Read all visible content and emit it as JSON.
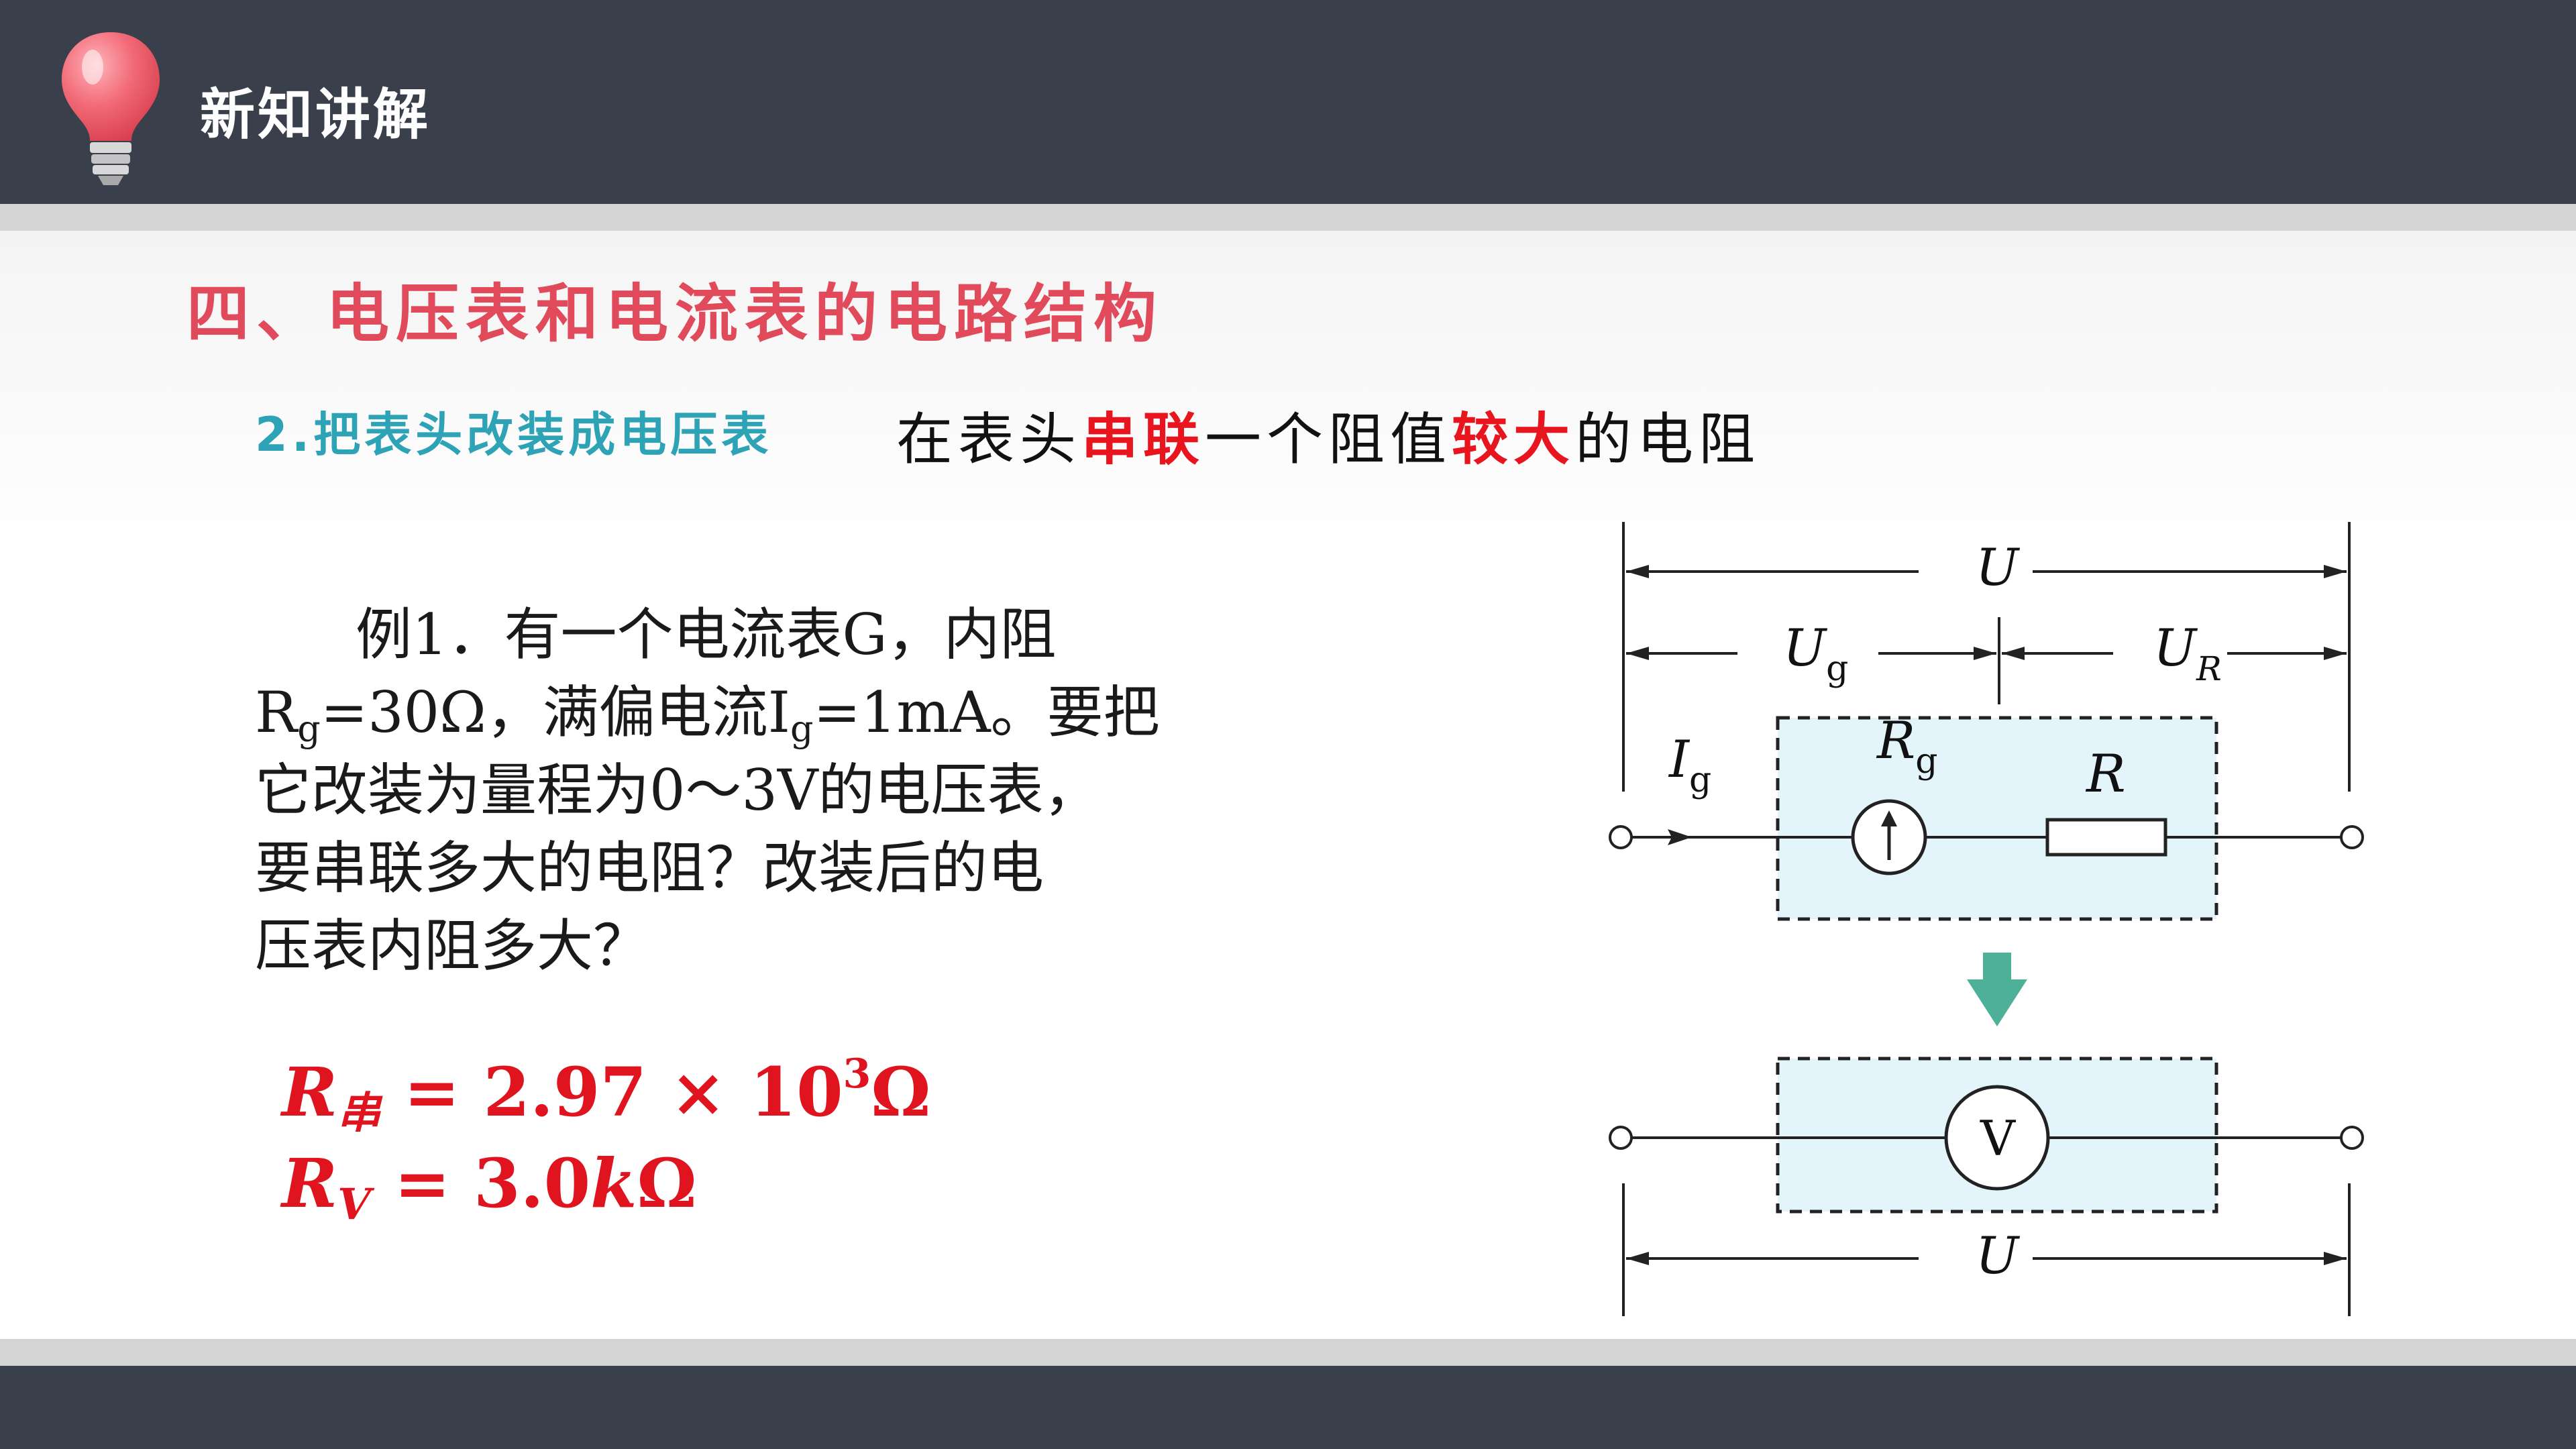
{
  "header": {
    "title": "新知讲解",
    "icon": "lightbulb-icon"
  },
  "section": {
    "title": "四、电压表和电流表的电路结构"
  },
  "subsection": {
    "heading": "2.把表头改装成电压表"
  },
  "statement": {
    "part1": "在表头",
    "highlight1": "串联",
    "part2": "一个阻值",
    "highlight2": "较大",
    "part3": "的电阻"
  },
  "example": {
    "line1": "例1．有一个电流表G，内阻",
    "line2_a": "R",
    "line2_sub": "g",
    "line2_b": "=30Ω，满偏电流I",
    "line2_sub2": "g",
    "line2_c": "=1mA。要把",
    "line3": "它改装为量程为0～3V的电压表，",
    "line4": "要串联多大的电阻？改装后的电",
    "line5": "压表内阻多大？"
  },
  "answers": {
    "a1_R": "R",
    "a1_sub": "串",
    "a1_eq": " = 2.97 × 10",
    "a1_sup": "3",
    "a1_unit": "Ω",
    "a2_R": "R",
    "a2_sub": "V",
    "a2_eq": " = 3.0",
    "a2_k": "k",
    "a2_unit": "Ω"
  },
  "circuit": {
    "U_top": "U",
    "Ug": "U",
    "Ug_sub": "g",
    "UR": "U",
    "UR_sub": "R",
    "Ig": "I",
    "Ig_sub": "g",
    "Rg": "R",
    "Rg_sub": "g",
    "R": "R",
    "voltmeter": "V",
    "U_bottom": "U"
  },
  "colors": {
    "header_bg": "#3a404b",
    "section_title": "#e04a5a",
    "subheading": "#2ea3b6",
    "highlight": "#e8141e",
    "box_fill": "#e3f5fb",
    "arrow": "#4fb09a"
  }
}
